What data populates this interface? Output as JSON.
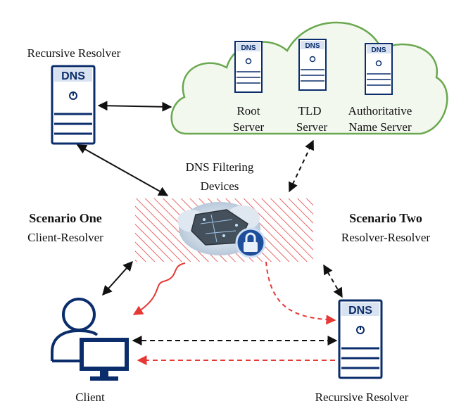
{
  "top_resolver": {
    "label": "Recursive Resolver",
    "badge": "DNS"
  },
  "cloud": {
    "servers": [
      {
        "badge": "DNS",
        "label_lines": [
          "Root",
          "Server"
        ]
      },
      {
        "badge": "DNS",
        "label_lines": [
          "TLD",
          "Server"
        ]
      },
      {
        "badge": "DNS",
        "label_lines": [
          "Authoritative",
          "Name Server"
        ]
      }
    ]
  },
  "filter": {
    "label_lines": [
      "DNS Filtering",
      "Devices"
    ]
  },
  "scenario_one": {
    "title": "Scenario One",
    "subtitle": "Client-Resolver"
  },
  "scenario_two": {
    "title": "Scenario Two",
    "subtitle": "Resolver-Resolver"
  },
  "client": {
    "label": "Client"
  },
  "bottom_resolver": {
    "label": "Recursive Resolver",
    "badge": "DNS"
  },
  "colors": {
    "server_blue": "#0b2d6b",
    "cloud_green": "#6aa84f",
    "cloud_fill": "#f3f8ef",
    "hatch_red": "#e34141",
    "censored_red": "#e53935"
  }
}
